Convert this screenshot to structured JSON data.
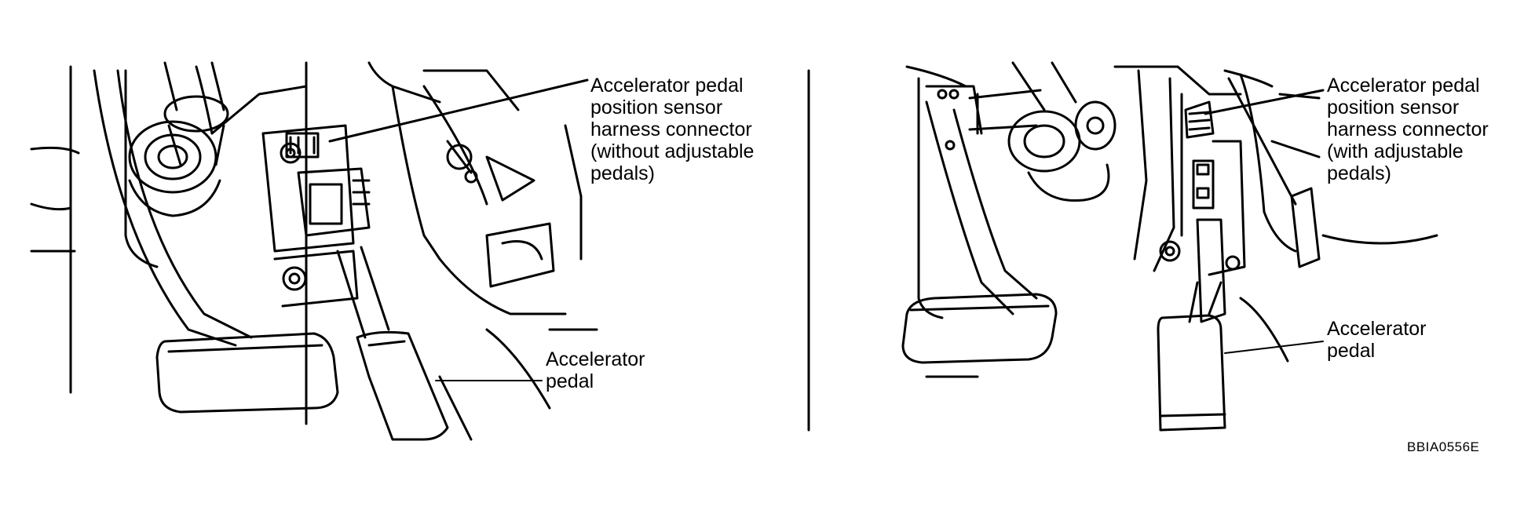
{
  "left_panel": {
    "connector_label": "Accelerator pedal\nposition sensor\nharness connector\n(without adjustable\npedals)",
    "pedal_label": "Accelerator\npedal"
  },
  "right_panel": {
    "connector_label": "Accelerator pedal\nposition sensor\nharness connector\n(with adjustable\npedals)",
    "pedal_label": "Accelerator\npedal"
  },
  "figure_code": "BBIA0556E"
}
